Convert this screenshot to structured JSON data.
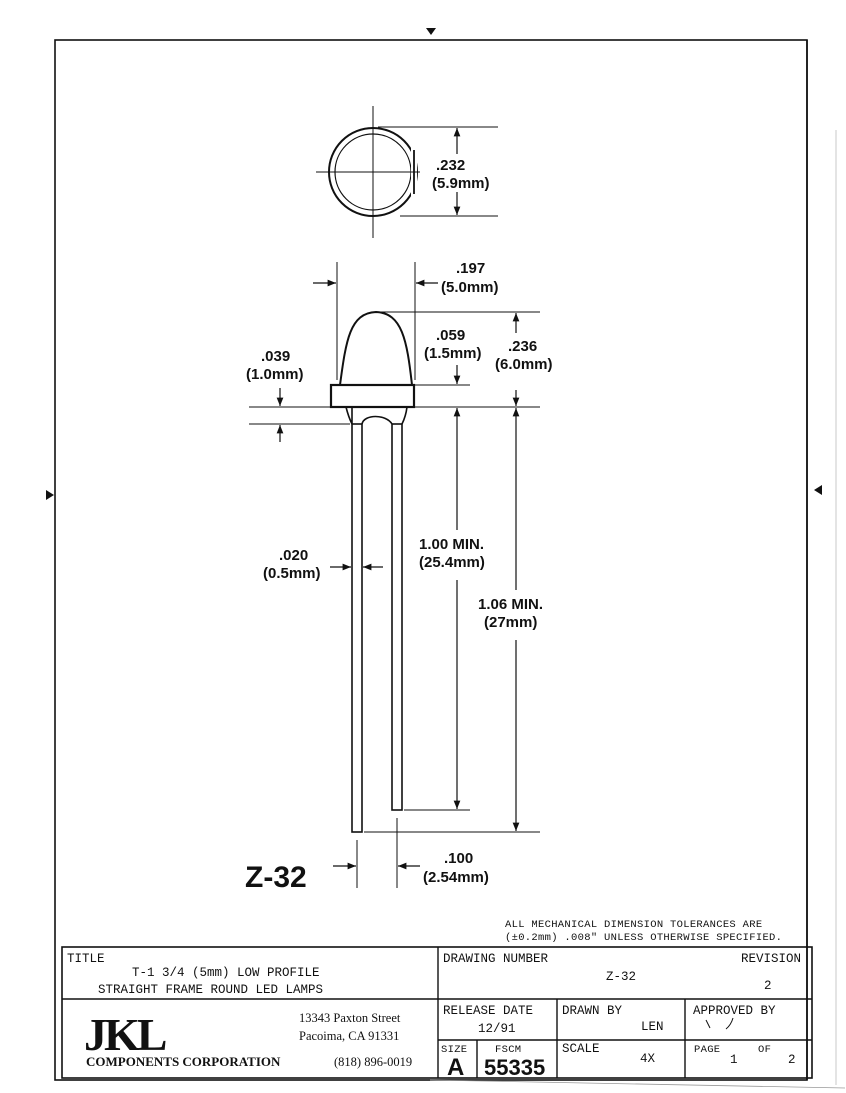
{
  "drawing": {
    "dimensions": {
      "lens_dia_in": ".232",
      "lens_dia_mm": "(5.9mm)",
      "body_w_in": ".197",
      "body_w_mm": "(5.0mm)",
      "dome_h_in": ".059",
      "dome_h_mm": "(1.5mm)",
      "total_h_in": ".236",
      "total_h_mm": "(6.0mm)",
      "flange_in": ".039",
      "flange_mm": "(1.0mm)",
      "lead_w_in": ".020",
      "lead_w_mm": "(0.5mm)",
      "lead_short": "1.00 MIN.",
      "lead_short_mm": "(25.4mm)",
      "lead_long": "1.06 MIN.",
      "lead_long_mm": "(27mm)",
      "spacing_in": ".100",
      "spacing_mm": "(2.54mm)"
    },
    "part_label": "Z-32",
    "note_line1": "ALL MECHANICAL DIMENSION TOLERANCES ARE",
    "note_line2": "(±0.2mm) .008\" UNLESS OTHERWISE SPECIFIED."
  },
  "title_block": {
    "title_label": "TITLE",
    "title_line1": "T-1 3/4 (5mm) LOW PROFILE",
    "title_line2": "STRAIGHT FRAME ROUND LED LAMPS",
    "drawing_number_label": "DRAWING NUMBER",
    "drawing_number": "Z-32",
    "revision_label": "REVISION",
    "revision": "2",
    "logo": "JKL",
    "address_line1": "13343 Paxton Street",
    "address_line2": "Pacoima, CA 91331",
    "company_name": "COMPONENTS CORPORATION",
    "phone": "(818) 896-0019",
    "release_date_label": "RELEASE DATE",
    "release_date": "12/91",
    "drawn_by_label": "DRAWN BY",
    "drawn_by": "LEN",
    "approved_by_label": "APPROVED BY",
    "size_label": "SIZE",
    "size": "A",
    "fscm_label": "FSCM",
    "fscm": "55335",
    "scale_label": "SCALE",
    "scale": "4X",
    "page_label": "PAGE",
    "page": "1",
    "of_label": "OF",
    "page_total": "2"
  }
}
